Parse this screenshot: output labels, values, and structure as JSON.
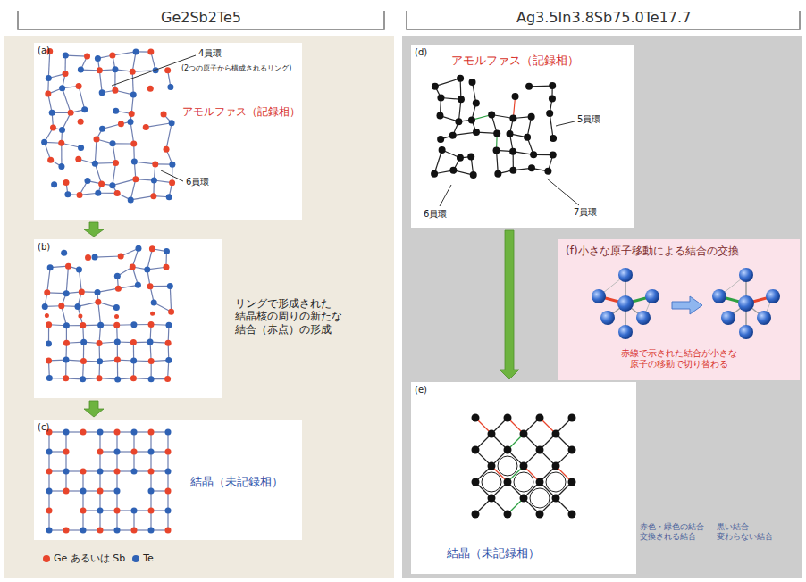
{
  "diagram": {
    "nodes": [
      {
        "text": [
          "Ge2Sb2Te5"
        ]
      },
      {
        "text": [
          "Ag3.5In3.8Sb75.0Te17.7"
        ]
      },
      {
        "text": [
          "(a)",
          "4員環",
          "(2つの原子から構成されるリング)",
          "アモルファス（記録相）",
          "6員環"
        ]
      },
      {
        "text": [
          "(b)",
          "リングで形成された 結晶核の周りの新たな 結合（赤点）の形成"
        ]
      },
      {
        "text": [
          "(c)",
          "結晶（未記録相）"
        ]
      },
      {
        "text": [
          "(d)",
          "アモルファス（記録相）",
          "5員環",
          "6員環",
          "7員環"
        ]
      },
      {
        "text": [
          "(f)小さな原子移動による結合の交換",
          "赤線で示された結合が小さな 原子の移動で切り替わる"
        ]
      },
      {
        "text": [
          "(e)",
          "結晶（未記録相）"
        ]
      }
    ],
    "edges": [
      {
        "from": 2,
        "to": 3,
        "arrow": "to"
      },
      {
        "from": 3,
        "to": 4,
        "arrow": "to"
      },
      {
        "from": 5,
        "to": 7,
        "arrow": "to"
      }
    ],
    "labels": [
      "赤色・緑色の結合 交換される結合",
      "黒い結合 変わらない結合"
    ],
    "legend": [
      {
        "text": "Ge あるいは Sb",
        "color": "#e8452c"
      },
      {
        "text": "Te",
        "color": "#2f62b5"
      }
    ]
  }
}
